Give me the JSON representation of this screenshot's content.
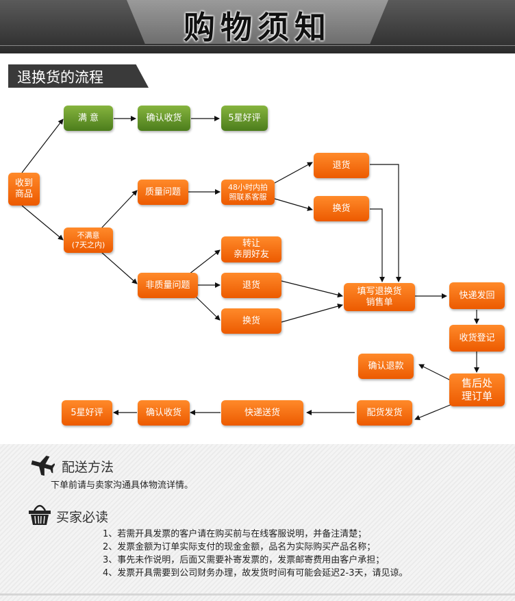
{
  "header": {
    "title": "购物须知"
  },
  "section": {
    "title": "退换货的流程"
  },
  "flow": {
    "receive": [
      "收到",
      "商品"
    ],
    "satisfied": "满 意",
    "confirm_receipt_top": "确认收货",
    "five_star_top": "5星好评",
    "unsatisfied": [
      "不满意",
      "(7天之内)"
    ],
    "quality_issue": "质量问题",
    "photo_48h": [
      "48小时内拍",
      "照联系客服"
    ],
    "return_top": "退货",
    "exchange_top": "换货",
    "non_quality_issue": "非质量问题",
    "transfer": [
      "转让",
      "亲朋好友"
    ],
    "return_mid": "退货",
    "exchange_mid": "换货",
    "fill_form": [
      "填写退换货",
      "销售单"
    ],
    "express_return": "快递发回",
    "receipt_register": "收货登记",
    "aftersale": [
      "售后处",
      "理订单"
    ],
    "confirm_refund": "确认退款",
    "ship_goods": "配货发货",
    "express_send": "快递送货",
    "confirm_receipt_bottom": "确认收货",
    "five_star_bottom": "5星好评"
  },
  "shipping": {
    "title": "配送方法",
    "text": "下单前请与卖家沟通具体物流详情。",
    "icon": "airplane-icon"
  },
  "buyer": {
    "title": "买家必读",
    "icon": "shopping-basket-icon",
    "notes": [
      "1、若需开具发票的客户请在购买前与在线客服说明，并备注清楚；",
      "2、发票金额为订单实际支付的现金金额，品名为实际购买产品名称；",
      "3、事先未作说明，后面又需要补寄发票的，发票邮寄费用由客户承担；",
      "4、发票开具需要到公司财务办理，故发货时间有可能会延迟2-3天，请见谅。"
    ]
  },
  "colors": {
    "orange": "#f26a0f",
    "green": "#6a9a2c",
    "dark": "#3a3a3a"
  }
}
